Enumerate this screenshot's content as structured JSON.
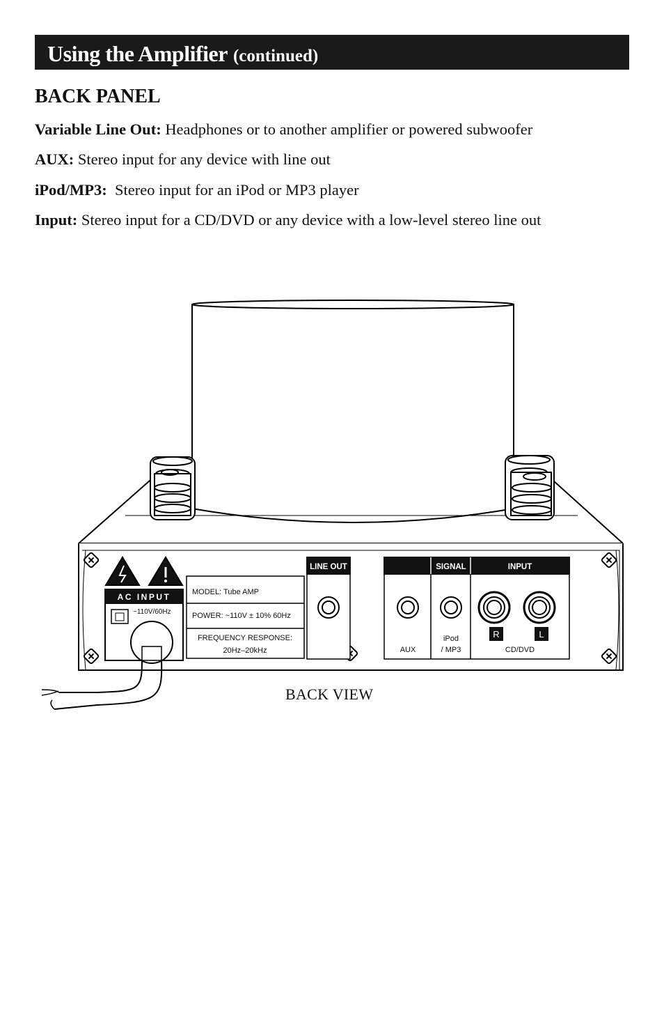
{
  "header": {
    "title": "Using the Amplifier",
    "subtitle": "(continued)"
  },
  "section": {
    "heading": "BACK PANEL"
  },
  "items": [
    {
      "label": "Variable Line Out:",
      "text": " Headphones or to another amplifier or powered subwoofer"
    },
    {
      "label": "AUX:",
      "text": " Stereo input for any device with line out"
    },
    {
      "label": "iPod/MP3:",
      "text": "  Stereo input for an iPod or MP3 player"
    },
    {
      "label": "Input:",
      "text": " Stereo input for a CD/DVD or any device with a low-level stereo line out"
    }
  ],
  "figure": {
    "caption": "BACK VIEW",
    "panel": {
      "ac_input": "AC INPUT",
      "ac_rating": "~110V/60Hz",
      "model": "MODEL:   Tube AMP",
      "power": "POWER:   ~110V ± 10% 60Hz",
      "freq_label": "FREQUENCY RESPONSE:",
      "freq_value": "20Hz–20kHz",
      "line_out": "LINE OUT",
      "signal": "SIGNAL",
      "input": "INPUT",
      "aux": "AUX",
      "ipod_line1": "iPod",
      "ipod_line2": "/ MP3",
      "cd_dvd": "CD/DVD",
      "right": "R",
      "left": "L"
    }
  }
}
